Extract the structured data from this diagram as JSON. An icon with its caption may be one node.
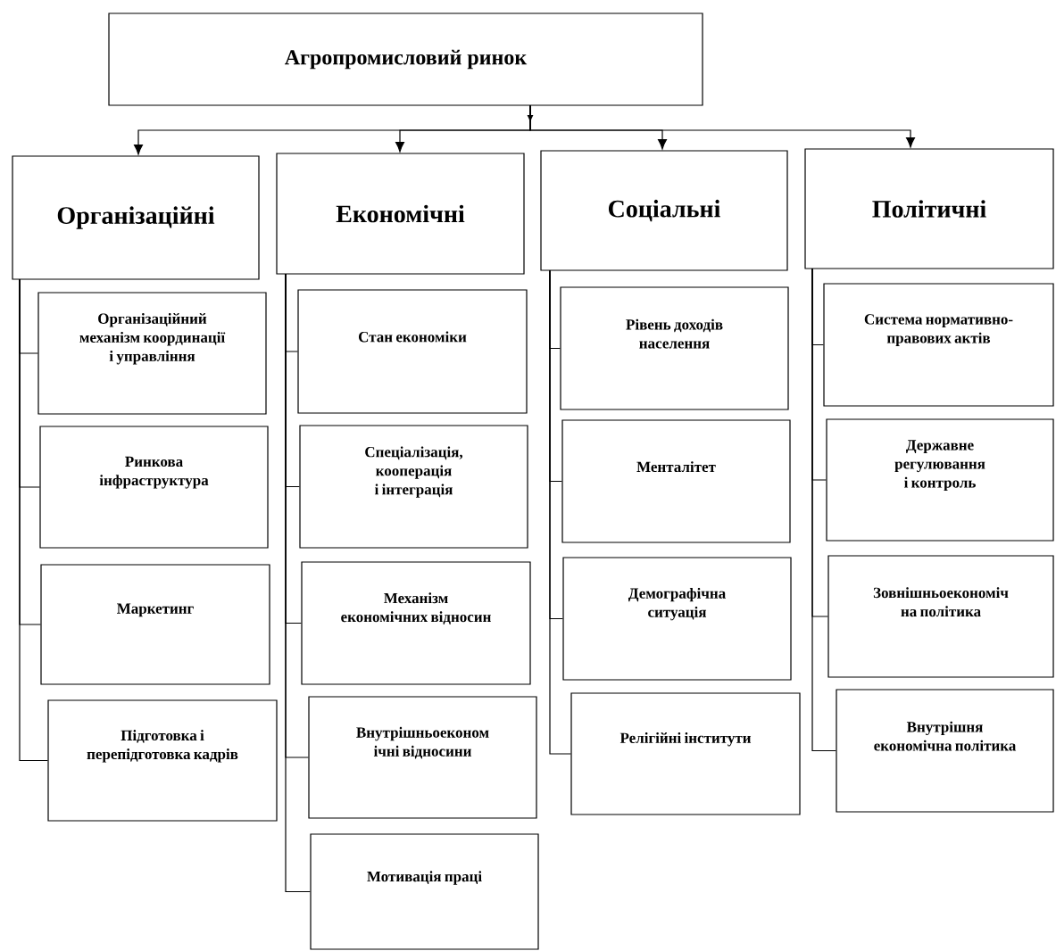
{
  "diagram": {
    "nodes": [
      {
        "text": [
          "Агропромисловий ринок"
        ]
      },
      {
        "text": [
          "Організаційні"
        ]
      },
      {
        "text": [
          "Економічні"
        ]
      },
      {
        "text": [
          "Соціальні"
        ]
      },
      {
        "text": [
          "Політичні"
        ]
      },
      {
        "text": [
          "Організаційний механізм координації і управління"
        ]
      },
      {
        "text": [
          "Ринкова інфраструктура"
        ]
      },
      {
        "text": [
          "Маркетинг"
        ]
      },
      {
        "text": [
          "Підготовка і перепідготовка кадрів"
        ]
      },
      {
        "text": [
          "Стан економіки"
        ]
      },
      {
        "text": [
          "Спеціалізація, кооперація і інтеграція"
        ]
      },
      {
        "text": [
          "Механізм економічних відносин"
        ]
      },
      {
        "text": [
          "Внутрішньоеконом ічні відносини"
        ]
      },
      {
        "text": [
          "Мотивація праці"
        ]
      },
      {
        "text": [
          "Рівень доходів населення"
        ]
      },
      {
        "text": [
          "Менталітет"
        ]
      },
      {
        "text": [
          "Демографічна ситуація"
        ]
      },
      {
        "text": [
          "Релігійні інститути"
        ]
      },
      {
        "text": [
          "Система нормативно-правових актів"
        ]
      },
      {
        "text": [
          "Державне регулювання і контроль"
        ]
      },
      {
        "text": [
          "Зовнішньоекономіч на політика"
        ]
      },
      {
        "text": [
          "Внутрішня економічна політика"
        ]
      }
    ],
    "edges": [
      {
        "from": 0,
        "to": 1,
        "arrow": "to"
      },
      {
        "from": 0,
        "to": 2,
        "arrow": "to"
      },
      {
        "from": 0,
        "to": 3,
        "arrow": "to"
      },
      {
        "from": 0,
        "to": 4,
        "arrow": "to"
      },
      {
        "from": 1,
        "to": 5,
        "arrow": "none"
      },
      {
        "from": 1,
        "to": 6,
        "arrow": "none"
      },
      {
        "from": 1,
        "to": 7,
        "arrow": "none"
      },
      {
        "from": 1,
        "to": 8,
        "arrow": "none"
      },
      {
        "from": 2,
        "to": 9,
        "arrow": "none"
      },
      {
        "from": 2,
        "to": 10,
        "arrow": "none"
      },
      {
        "from": 2,
        "to": 11,
        "arrow": "none"
      },
      {
        "from": 2,
        "to": 12,
        "arrow": "none"
      },
      {
        "from": 2,
        "to": 13,
        "arrow": "none"
      },
      {
        "from": 3,
        "to": 14,
        "arrow": "none"
      },
      {
        "from": 3,
        "to": 15,
        "arrow": "none"
      },
      {
        "from": 3,
        "to": 16,
        "arrow": "none"
      },
      {
        "from": 3,
        "to": 17,
        "arrow": "none"
      },
      {
        "from": 4,
        "to": 18,
        "arrow": "none"
      },
      {
        "from": 4,
        "to": 19,
        "arrow": "none"
      },
      {
        "from": 4,
        "to": 20,
        "arrow": "none"
      },
      {
        "from": 4,
        "to": 21,
        "arrow": "none"
      }
    ]
  }
}
